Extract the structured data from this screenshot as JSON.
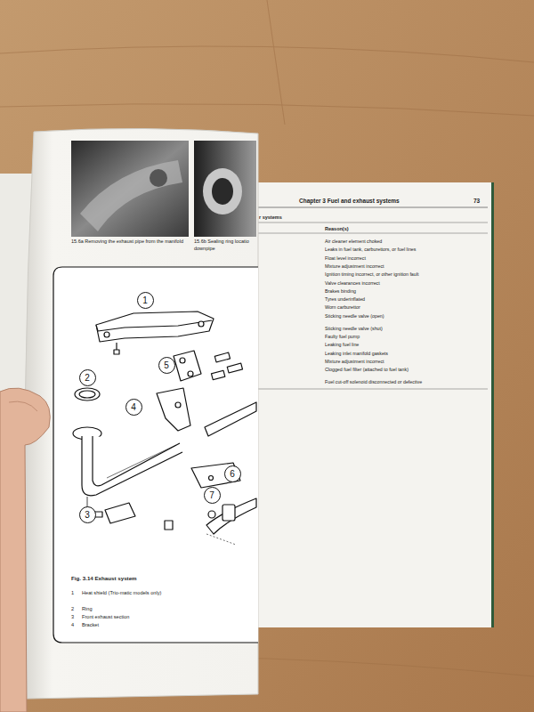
{
  "diagram": {
    "nodes": [
      {
        "text": [
          "1"
        ]
      },
      {
        "text": [
          "5"
        ]
      },
      {
        "text": [
          "2"
        ]
      },
      {
        "text": [
          "4"
        ]
      },
      {
        "text": [
          "6"
        ]
      },
      {
        "text": [
          "7"
        ]
      },
      {
        "text": [
          "3"
        ]
      }
    ],
    "labels": [
      "15.6a Removing the exhaust pipe from the manifold",
      "15.6b Sealing ring locatio",
      "downpipe",
      "Chapter 3 Fuel and exhaust systems",
      "73",
      "r systems",
      "Reason(s)",
      "Air cleaner element choked",
      "Leaks in fuel tank, carburettors, or fuel lines",
      "Float level incorrect",
      "Mixture adjustment incorrect",
      "Ignition timing incorrect, or other ignition fault",
      "Valve clearances incorrect",
      "Brakes binding",
      "Tyres underinflated",
      "Worn carburettor",
      "Sticking needle valve (open)",
      "Sticking needle valve (shut)",
      "Faulty fuel pump",
      "Leaking fuel line",
      "Leaking inlet manifold gaskets",
      "Mixture adjustment incorrect",
      "Clogged fuel filter (attached to fuel tank)",
      "Fuel cut-off solenoid disconnected or defective",
      "Fig. 3.14 Exhaust system",
      "1",
      "Heat shield (Trio-matic models only)",
      "2",
      "Ring",
      "3",
      "Front exhaust section",
      "4",
      "Bracket"
    ]
  }
}
